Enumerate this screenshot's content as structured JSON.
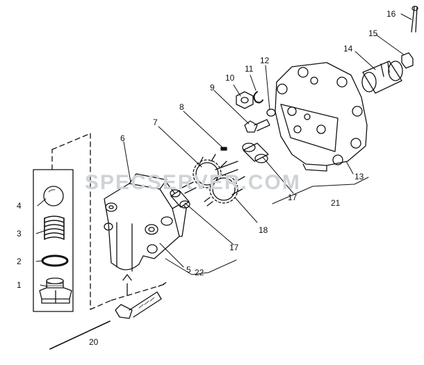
{
  "callouts": {
    "c1": "1",
    "c2": "2",
    "c3": "3",
    "c4": "4",
    "c5": "5",
    "c6": "6",
    "c7": "7",
    "c8": "8",
    "c9": "9",
    "c10": "10",
    "c11": "11",
    "c12": "12",
    "c13": "13",
    "c14": "14",
    "c15": "15",
    "c16": "16",
    "c17a": "17",
    "c17b": "17",
    "c18": "18",
    "c20": "20",
    "c21": "21",
    "c22": "22"
  },
  "watermark": "SPECSERVER.COM",
  "colors": {
    "line": "#111111",
    "watermark": "#cfd3d6",
    "background": "#ffffff"
  }
}
